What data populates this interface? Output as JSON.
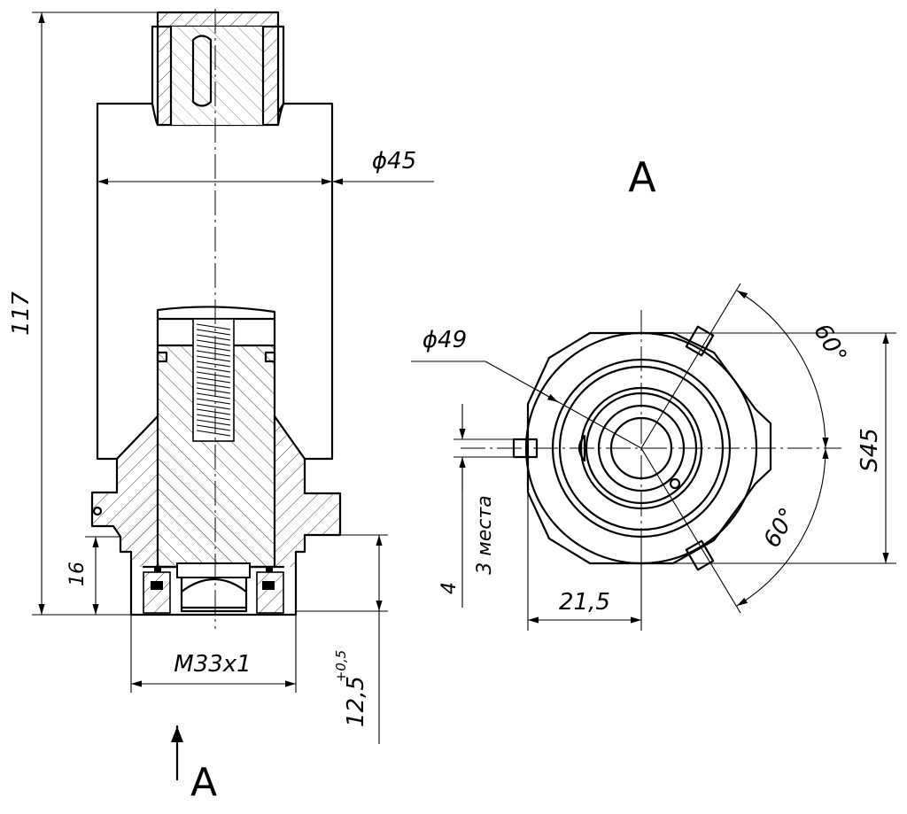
{
  "dimensions": {
    "overall_length": "117",
    "body_diameter": "ϕ45",
    "flange_diameter": "ϕ49",
    "thread": "M33x1",
    "thread_length_main": "12,5",
    "thread_length_tol": "+0,5",
    "flange_offset": "16",
    "slot_width": "4",
    "slot_count": "3 места",
    "slot_position": "21,5",
    "across_flats": "S45",
    "angle_top": "60°",
    "angle_bottom": "60°"
  },
  "views": {
    "section_marker": "A",
    "view_label": "A"
  }
}
